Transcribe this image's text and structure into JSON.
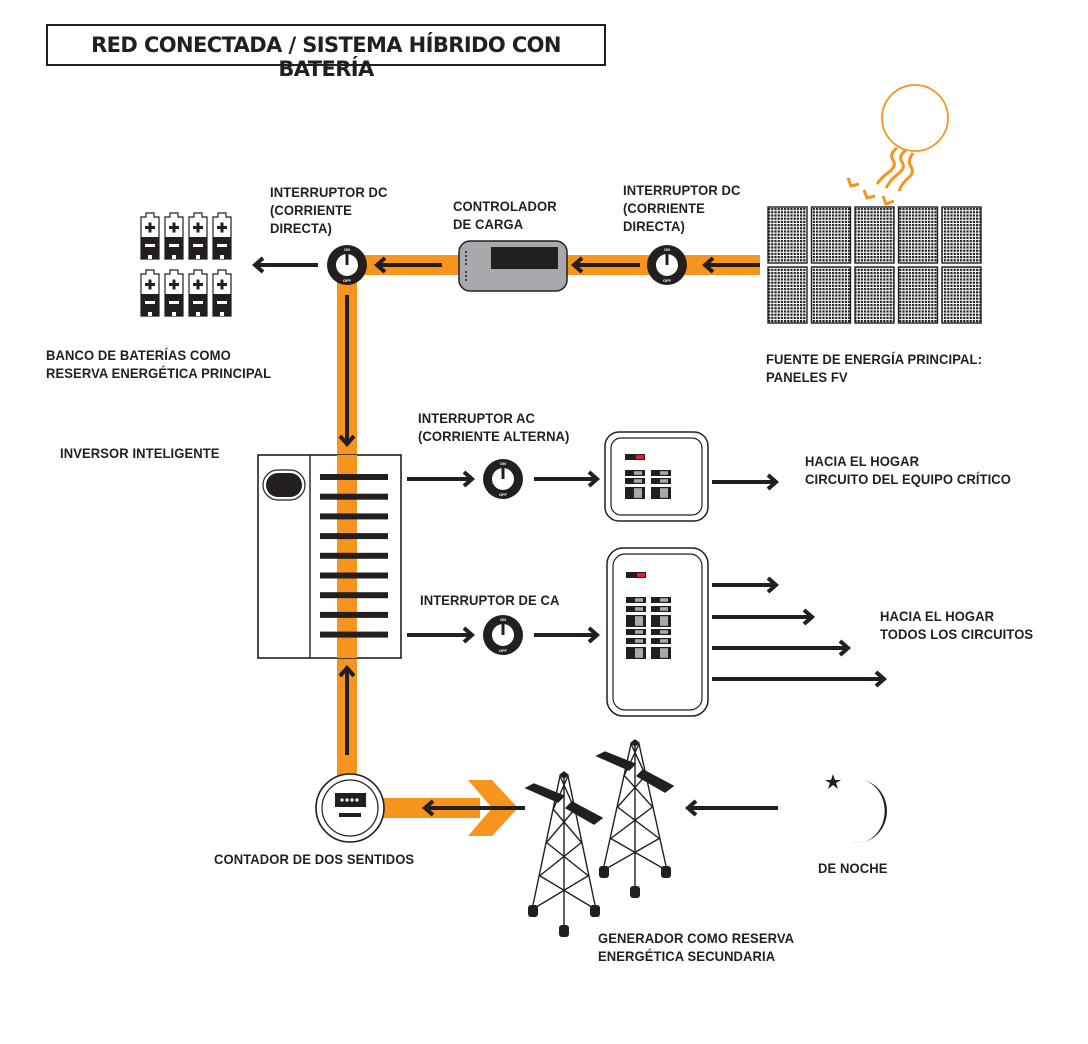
{
  "title": "RED CONECTADA / SISTEMA HÍBRIDO CON BATERÍA",
  "colors": {
    "flow": "#f7941d",
    "ink": "#231f20",
    "controller_body": "#a7a9ac",
    "breaker_red": "#ed1c24",
    "sun": "#f7941d"
  },
  "labels": {
    "dc_switch_left": [
      "INTERRUPTOR DC",
      "(CORRIENTE",
      "DIRECTA)"
    ],
    "charge_controller": [
      "CONTROLADOR",
      "DE CARGA"
    ],
    "dc_switch_right": [
      "INTERRUPTOR DC",
      "(CORRIENTE",
      "DIRECTA)"
    ],
    "battery_bank": [
      "BANCO DE BATERÍAS COMO",
      "RESERVA ENERGÉTICA PRINCIPAL"
    ],
    "pv_panels": [
      "FUENTE DE ENERGÍA PRINCIPAL:",
      "PANELES FV"
    ],
    "smart_inverter": "INVERSOR INTELIGENTE",
    "ac_switch_top": [
      "INTERRUPTOR AC",
      "(CORRIENTE ALTERNA)"
    ],
    "critical_circuit": [
      "HACIA EL HOGAR",
      "CIRCUITO DEL EQUIPO CRÍTICO"
    ],
    "ac_switch_bottom": "INTERRUPTOR DE CA",
    "all_circuits": [
      "HACIA EL HOGAR",
      "TODOS LOS CIRCUITOS"
    ],
    "bidirectional_meter": "CONTADOR DE DOS SENTIDOS",
    "generator": [
      "GENERADOR COMO RESERVA",
      "ENERGÉTICA SECUNDARIA"
    ],
    "night": "DE NOCHE"
  },
  "switch_text": {
    "on": "ON",
    "off": "OFF"
  },
  "icons": {
    "battery": "battery-icon",
    "switch": "rotary-switch-icon",
    "controller": "charge-controller-icon",
    "solar_panel": "solar-panel-icon",
    "sun": "sun-icon",
    "inverter": "inverter-icon",
    "breaker_panel": "breaker-panel-icon",
    "meter": "meter-icon",
    "tower": "transmission-tower-icon",
    "moon": "moon-icon",
    "star": "star-icon"
  }
}
